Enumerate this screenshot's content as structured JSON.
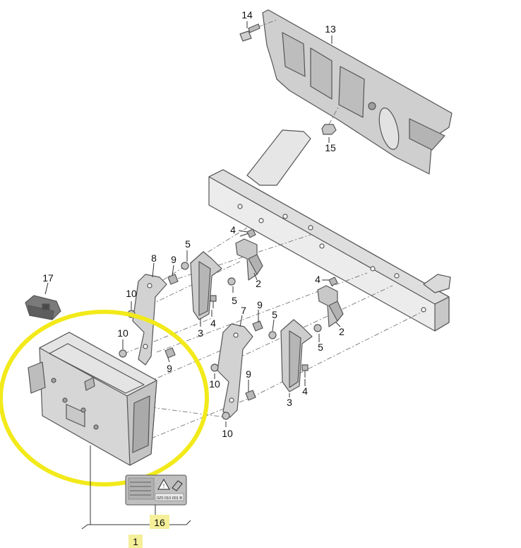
{
  "callouts": {
    "c1": "1",
    "c2a": "2",
    "c2b": "2",
    "c3a": "3",
    "c3b": "3",
    "c4a": "4",
    "c4b": "4",
    "c4c": "4",
    "c4d": "4",
    "c5a": "5",
    "c5b": "5",
    "c5c": "5",
    "c5d": "5",
    "c7": "7",
    "c8": "8",
    "c9a": "9",
    "c9b": "9",
    "c9c": "9",
    "c9d": "9",
    "c10a": "10",
    "c10b": "10",
    "c10c": "10",
    "c10d": "10",
    "c13": "13",
    "c14": "14",
    "c15": "15",
    "c16": "16",
    "c17": "17"
  },
  "colors": {
    "highlight_ellipse": "#f2ea1a",
    "callout_highlight": "#f5ef9a",
    "part_fill": "#d0d0d0",
    "part_dark": "#a9a9a9"
  },
  "label": {
    "part_number": "0Z0 010 001 B"
  }
}
